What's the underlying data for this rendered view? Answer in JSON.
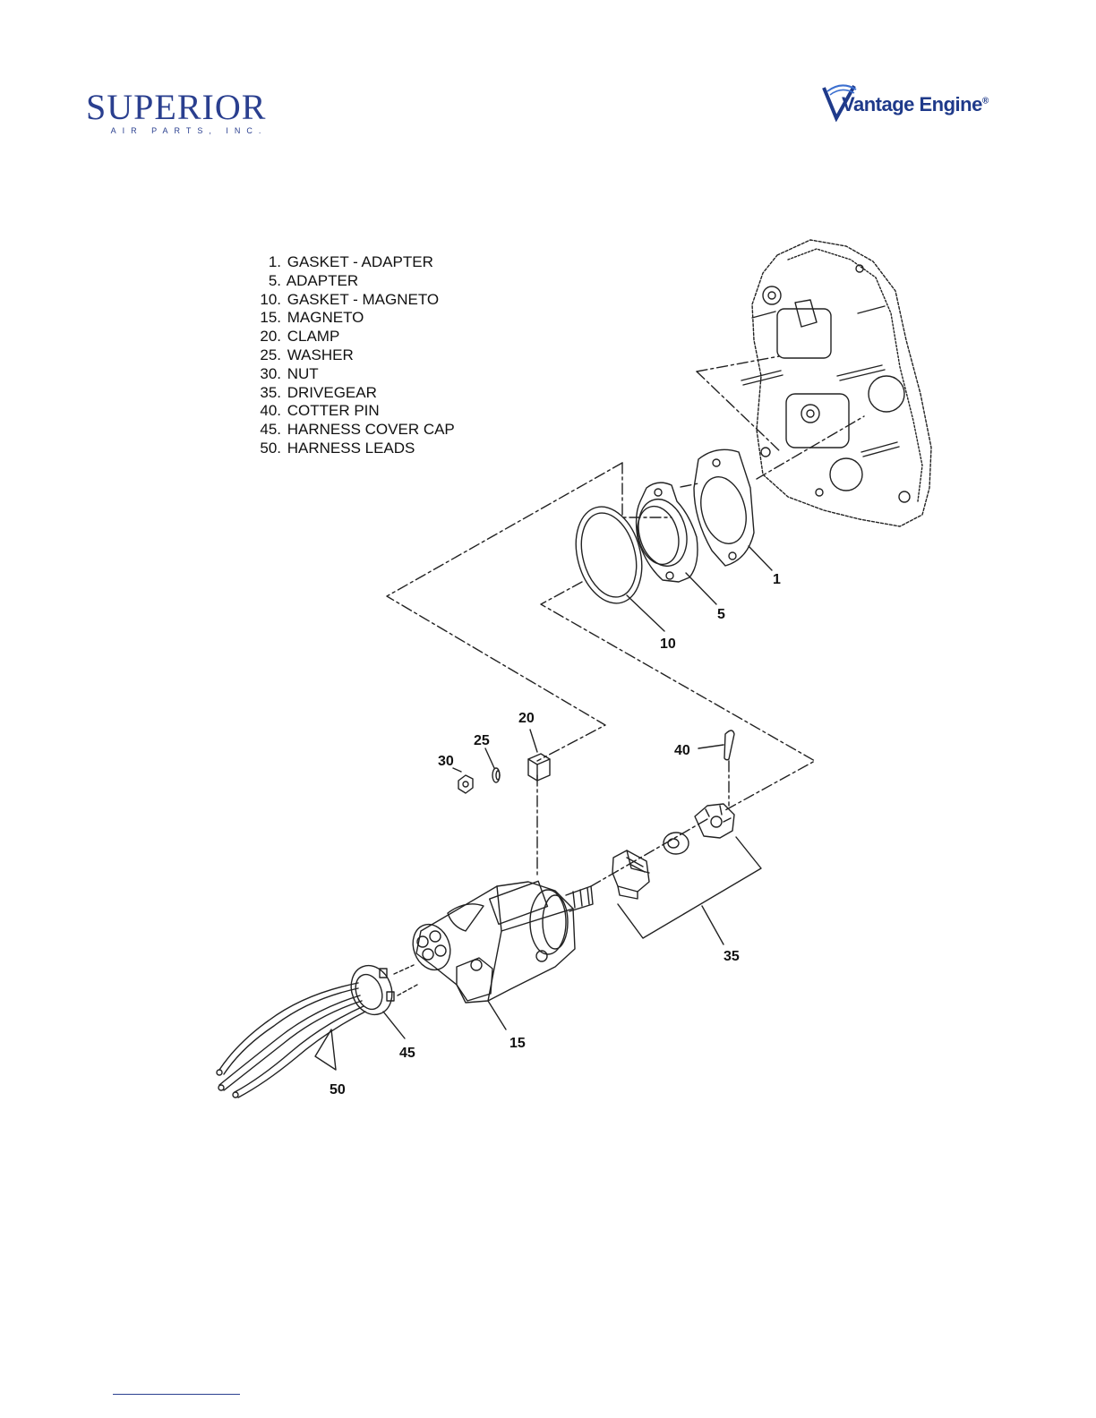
{
  "header": {
    "left_logo": {
      "brand": "SUPERIOR",
      "subtitle": "AIR PARTS, INC."
    },
    "right_logo": {
      "brand": "Vantage Engine",
      "mark": "®"
    }
  },
  "legend": [
    {
      "num": "1.",
      "label": "GASKET - ADAPTER"
    },
    {
      "num": "5.",
      "label": "ADAPTER"
    },
    {
      "num": "10.",
      "label": "GASKET - MAGNETO"
    },
    {
      "num": "15.",
      "label": "MAGNETO"
    },
    {
      "num": "20.",
      "label": "CLAMP"
    },
    {
      "num": "25.",
      "label": "WASHER"
    },
    {
      "num": "30.",
      "label": "NUT"
    },
    {
      "num": "35.",
      "label": "DRIVEGEAR"
    },
    {
      "num": "40.",
      "label": "COTTER PIN"
    },
    {
      "num": "45.",
      "label": "HARNESS COVER CAP"
    },
    {
      "num": "50.",
      "label": "HARNESS LEADS"
    }
  ],
  "callouts": {
    "c1": "1",
    "c5": "5",
    "c10": "10",
    "c15": "15",
    "c20": "20",
    "c25": "25",
    "c30": "30",
    "c35": "35",
    "c40": "40",
    "c45": "45",
    "c50": "50"
  },
  "colors": {
    "brand_blue": "#2a3f8f",
    "line": "#222222"
  }
}
